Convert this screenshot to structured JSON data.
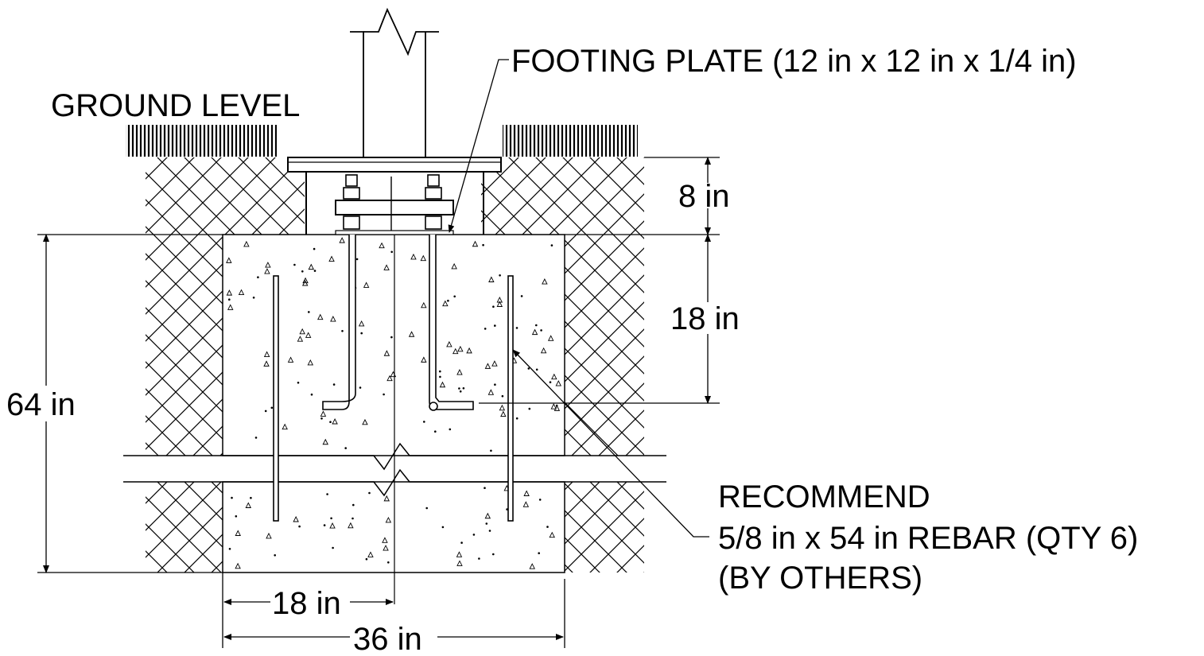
{
  "labels": {
    "ground_level": "GROUND LEVEL",
    "footing_plate": "FOOTING PLATE (12 in x 12 in x 1/4 in)",
    "recommend_line1": "RECOMMEND",
    "recommend_line2": "5/8 in x 54 in REBAR (QTY 6)",
    "recommend_line3": "(BY OTHERS)"
  },
  "dimensions": {
    "top_depth": "8 in",
    "anchor_depth": "18 in",
    "total_depth": "64 in",
    "half_width": "18 in",
    "full_width": "36 in"
  },
  "colors": {
    "line": "#000000",
    "background": "#ffffff"
  }
}
